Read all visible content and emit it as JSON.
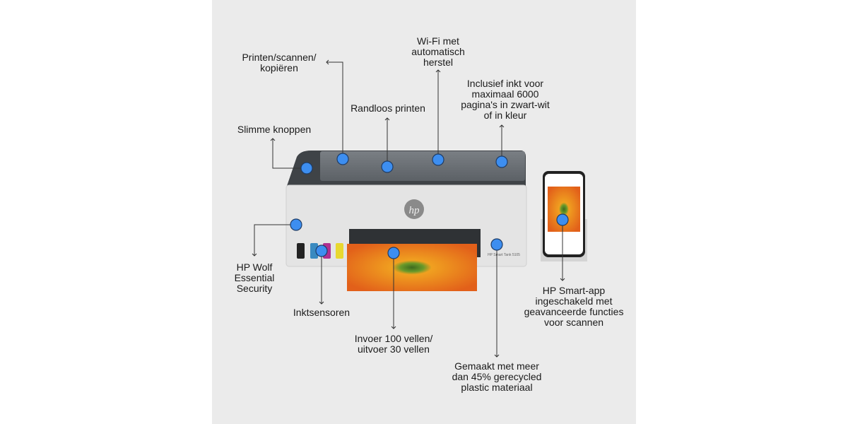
{
  "colors": {
    "background": "#ebebeb",
    "dot": "#3d8ef0",
    "line": "#333333"
  },
  "logo": "hp",
  "model_label": "HP Smart Tank 5105",
  "callouts": [
    {
      "id": "print-scan-copy",
      "lines": [
        "Printen/scannen/",
        "kopiëren"
      ]
    },
    {
      "id": "smart-buttons",
      "lines": [
        "Slimme knoppen"
      ]
    },
    {
      "id": "borderless",
      "lines": [
        "Randloos printen"
      ]
    },
    {
      "id": "wifi",
      "lines": [
        "Wi-Fi met",
        "automatisch",
        "herstel"
      ]
    },
    {
      "id": "ink-included",
      "lines": [
        "Inclusief inkt voor",
        "maximaal 6000",
        "pagina's in zwart-wit",
        "of in kleur"
      ]
    },
    {
      "id": "wolf-security",
      "lines": [
        "HP Wolf",
        "Essential",
        "Security"
      ]
    },
    {
      "id": "ink-sensors",
      "lines": [
        "Inktsensoren"
      ]
    },
    {
      "id": "paper-capacity",
      "lines": [
        "Invoer 100 vellen/",
        "uitvoer 30 vellen"
      ]
    },
    {
      "id": "recycled",
      "lines": [
        "Gemaakt met meer",
        "dan 45% gerecycled",
        "plastic materiaal"
      ]
    },
    {
      "id": "smart-app",
      "lines": [
        "HP Smart-app",
        "ingeschakeld met",
        "geavanceerde functies",
        "voor scannen"
      ]
    }
  ]
}
